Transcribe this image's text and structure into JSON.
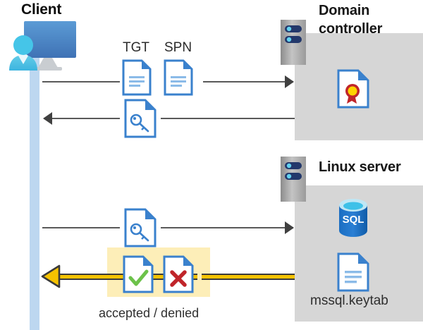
{
  "diagram": {
    "title_client": "Client",
    "title_domain_controller": "Domain\ncontroller",
    "title_domain_controller_line1": "Domain",
    "title_domain_controller_line2": "controller",
    "title_linux_server": "Linux server"
  },
  "labels": {
    "tgt": "TGT",
    "spn": "SPN",
    "accepted_denied": "accepted / denied",
    "keytab": "mssql.keytab",
    "sql": "SQL"
  },
  "icons": {
    "client": "user-workstation-icon",
    "server_dc": "server-tower-icon",
    "server_linux": "server-tower-icon",
    "tgt_doc": "document-icon",
    "spn_doc": "document-icon",
    "ticket_key_doc_1": "document-key-icon",
    "ticket_key_doc_2": "document-key-icon",
    "accepted_doc": "document-check-icon",
    "denied_doc": "document-x-icon",
    "certificate": "certificate-icon",
    "database": "sql-database-icon",
    "keytab_doc": "document-icon"
  },
  "flows": [
    {
      "id": "request-tgt-spn",
      "direction": "right",
      "from": "Client",
      "to": "Domain controller",
      "payload": "TGT SPN"
    },
    {
      "id": "return-service-ticket",
      "direction": "left",
      "from": "Domain controller",
      "to": "Client",
      "payload": "service ticket"
    },
    {
      "id": "present-ticket",
      "direction": "right",
      "from": "Client",
      "to": "Linux server",
      "payload": "service ticket"
    },
    {
      "id": "auth-result",
      "direction": "left",
      "from": "Linux server",
      "to": "Client",
      "payload": "accepted / denied"
    }
  ],
  "colors": {
    "lifeline": "#bdd7f0",
    "panel": "#d6d6d6",
    "highlight": "#fdeeb8",
    "gold_arrow": "#f5c200",
    "wire": "#595959",
    "doc_blue": "#3a81cd",
    "accept_green": "#6cc24a",
    "deny_red": "#c0252a",
    "sql_blue": "#0f6cbd"
  }
}
